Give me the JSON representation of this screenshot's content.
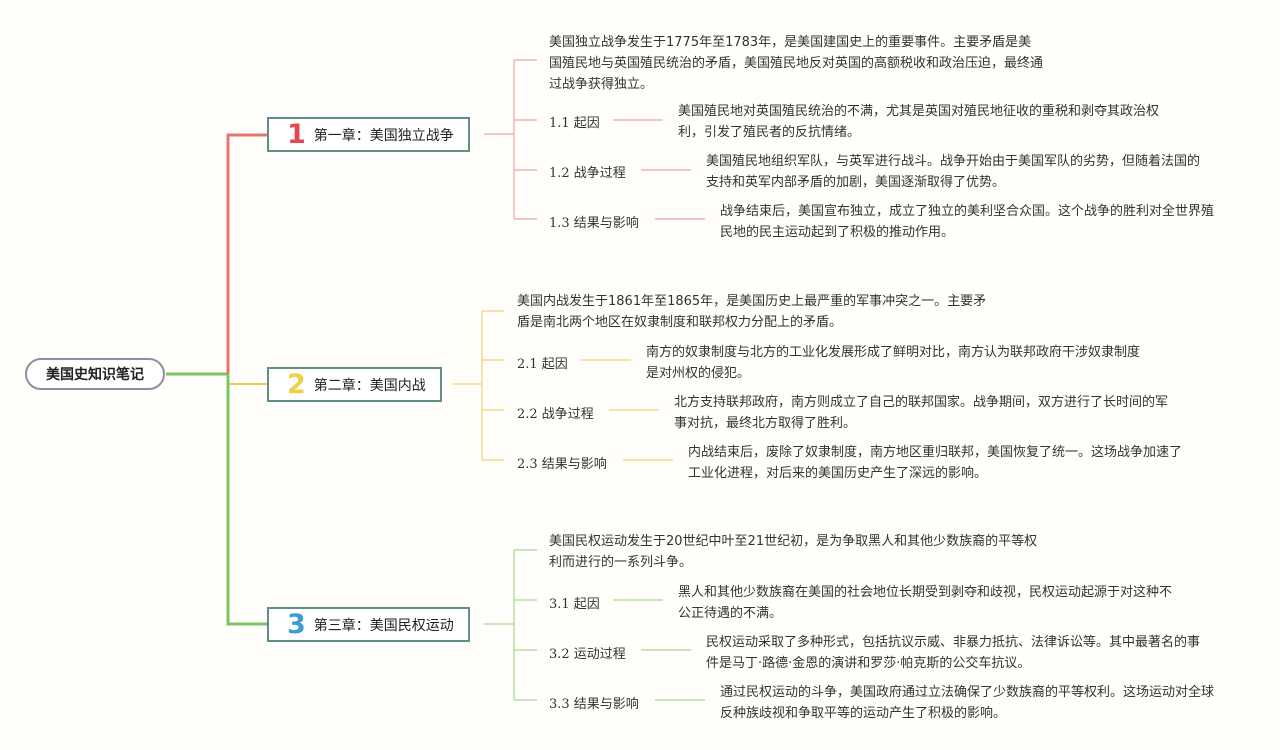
{
  "root": {
    "title": "美国史知识笔记"
  },
  "colors": {
    "ch1": "#e8756b",
    "ch2": "#f3c75a",
    "ch3": "#7dc65f"
  },
  "chapters": [
    {
      "number": "1",
      "title": "第一章：美国独立战争",
      "intro": "美国独立战争发生于1775年至1783年，是美国建国史上的重要事件。主要矛盾是美国殖民地与英国殖民统治的矛盾，美国殖民地反对英国的高额税收和政治压迫，最终通过战争获得独立。",
      "subs": [
        {
          "label": "1.1 起因",
          "text": "美国殖民地对英国殖民统治的不满，尤其是英国对殖民地征收的重税和剥夺其政治权利，引发了殖民者的反抗情绪。"
        },
        {
          "label": "1.2 战争过程",
          "text": "美国殖民地组织军队，与英军进行战斗。战争开始由于美国军队的劣势，但随着法国的支持和英军内部矛盾的加剧，美国逐渐取得了优势。"
        },
        {
          "label": "1.3 结果与影响",
          "text": "战争结束后，美国宣布独立，成立了独立的美利坚合众国。这个战争的胜利对全世界殖民地的民主运动起到了积极的推动作用。"
        }
      ]
    },
    {
      "number": "2",
      "title": "第二章：美国内战",
      "intro": "美国内战发生于1861年至1865年，是美国历史上最严重的军事冲突之一。主要矛盾是南北两个地区在奴隶制度和联邦权力分配上的矛盾。",
      "subs": [
        {
          "label": "2.1 起因",
          "text": "南方的奴隶制度与北方的工业化发展形成了鲜明对比，南方认为联邦政府干涉奴隶制度是对州权的侵犯。"
        },
        {
          "label": "2.2 战争过程",
          "text": "北方支持联邦政府，南方则成立了自己的联邦国家。战争期间，双方进行了长时间的军事对抗，最终北方取得了胜利。"
        },
        {
          "label": "2.3 结果与影响",
          "text": "内战结束后，废除了奴隶制度，南方地区重归联邦，美国恢复了统一。这场战争加速了工业化进程，对后来的美国历史产生了深远的影响。"
        }
      ]
    },
    {
      "number": "3",
      "title": "第三章：美国民权运动",
      "intro": "美国民权运动发生于20世纪中叶至21世纪初，是为争取黑人和其他少数族裔的平等权利而进行的一系列斗争。",
      "subs": [
        {
          "label": "3.1 起因",
          "text": "黑人和其他少数族裔在美国的社会地位长期受到剥夺和歧视，民权运动起源于对这种不公正待遇的不满。"
        },
        {
          "label": "3.2 运动过程",
          "text": "民权运动采取了多种形式，包括抗议示威、非暴力抵抗、法律诉讼等。其中最著名的事件是马丁·路德·金恩的演讲和罗莎·帕克斯的公交车抗议。"
        },
        {
          "label": "3.3 结果与影响",
          "text": "通过民权运动的斗争，美国政府通过立法确保了少数族裔的平等权利。这场运动对全球反种族歧视和争取平等的运动产生了积极的影响。"
        }
      ]
    }
  ]
}
